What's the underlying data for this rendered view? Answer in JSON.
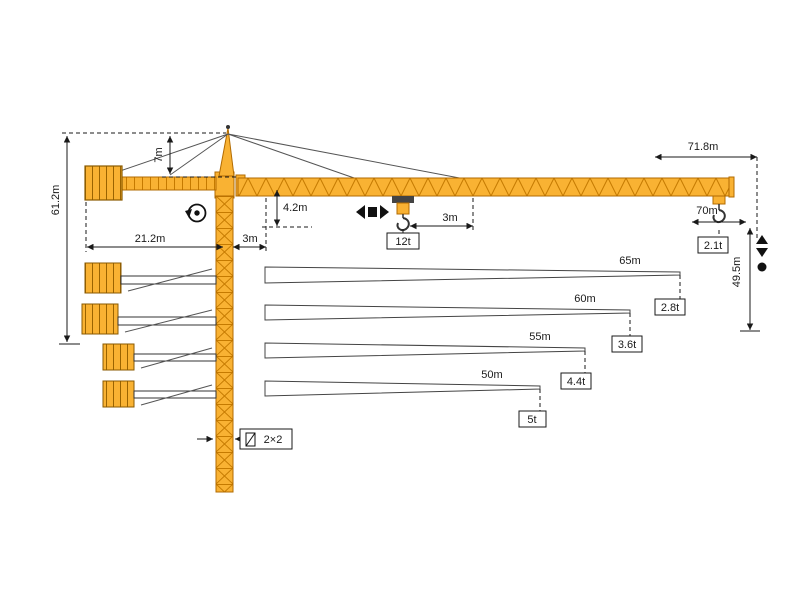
{
  "colors": {
    "crane_yellow": "#F9B233",
    "crane_outline": "#B26B00",
    "line_black": "#1A1A1A",
    "background": "#FFFFFF"
  },
  "dims": {
    "apex_height": "7m",
    "total_height": "61.2m",
    "counterjib_radius": "21.2m",
    "front_offset": "3m",
    "jib_section_height": "4.2m",
    "max_capacity": "12t",
    "hook_offset": "3m",
    "overall_length": "71.8m",
    "max_radius": "70m",
    "tip_capacity": "2.1t",
    "hook_height": "49.5m",
    "mast_section": "2×2"
  },
  "jib_options": [
    {
      "length": "65m",
      "capacity": "2.8t"
    },
    {
      "length": "60m",
      "capacity": "3.6t"
    },
    {
      "length": "55m",
      "capacity": "4.4t"
    },
    {
      "length": "50m",
      "capacity": "5t"
    }
  ],
  "icons": {
    "slewing": "rotation-circle-with-dot",
    "trolley_travel": "left-right-arrows-with-square",
    "hoist": "up-down-arrows-with-dot"
  }
}
